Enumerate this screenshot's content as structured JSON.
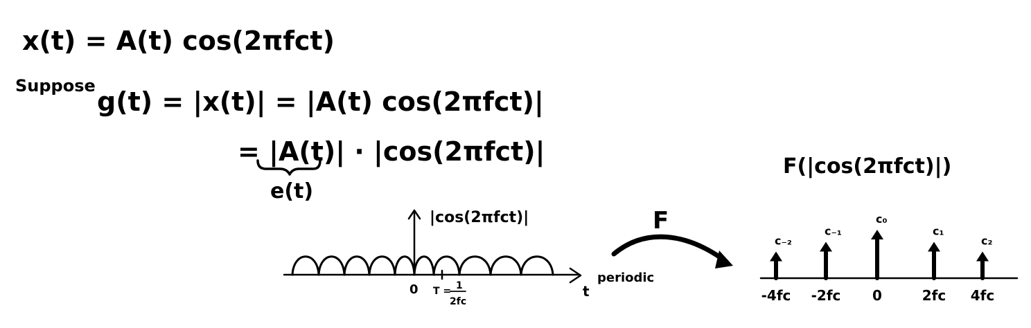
{
  "equations": {
    "line1": "x(t) = A(t) cos(2πfct)",
    "suppose_word": "Suppose",
    "line2": "g(t) = |x(t)| = |A(t) cos(2πfct)|",
    "line3": "= |A(t)| · |cos(2πfct)|",
    "envelope_label": "e(t)"
  },
  "time_plot": {
    "y_label": "|cos(2πfct)|",
    "x_label": "t",
    "origin_label": "0",
    "period_label": "T = ",
    "period_num": "1",
    "period_den": "2fc",
    "periodic_note": "periodic"
  },
  "transform": {
    "symbol": "F",
    "title": "F(|cos(2πfct)|)"
  },
  "spectrum": {
    "impulses": [
      {
        "coef": "c₋₂",
        "freq": "-4fc",
        "relative_height": 0.55
      },
      {
        "coef": "c₋₁",
        "freq": "-2fc",
        "relative_height": 0.75
      },
      {
        "coef": "c₀",
        "freq": "0",
        "relative_height": 1.0
      },
      {
        "coef": "c₁",
        "freq": "2fc",
        "relative_height": 0.75
      },
      {
        "coef": "c₂",
        "freq": "4fc",
        "relative_height": 0.55
      }
    ]
  }
}
